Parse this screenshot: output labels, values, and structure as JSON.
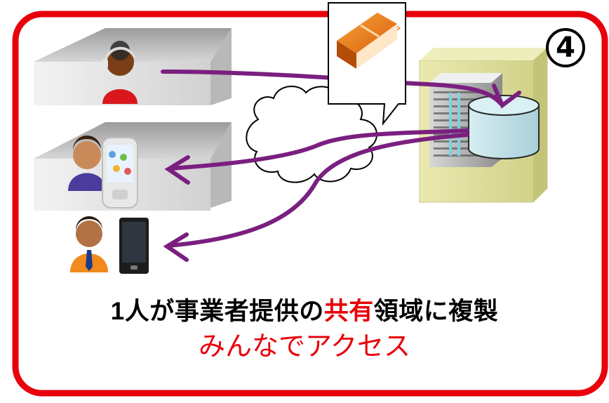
{
  "badge": {
    "label": "4"
  },
  "caption": {
    "line1_part1": "1人が事業者提供の",
    "line1_highlight": "共有",
    "line1_part2": "領域に複製",
    "line2": "みんなでアクセス"
  },
  "colors": {
    "frame": "#e8000b",
    "highlight": "#e8000b",
    "arrow": "#7a1f7f",
    "datacenter": "#dede9a",
    "house": "#c8c8c8",
    "storage": "#c5e4ea"
  },
  "icons": [
    "house-icon",
    "person-headset-icon",
    "person-icon",
    "smartphone-icon",
    "phone-icon",
    "book-icon",
    "cloud-icon",
    "server-icon",
    "storage-cylinder-icon"
  ]
}
